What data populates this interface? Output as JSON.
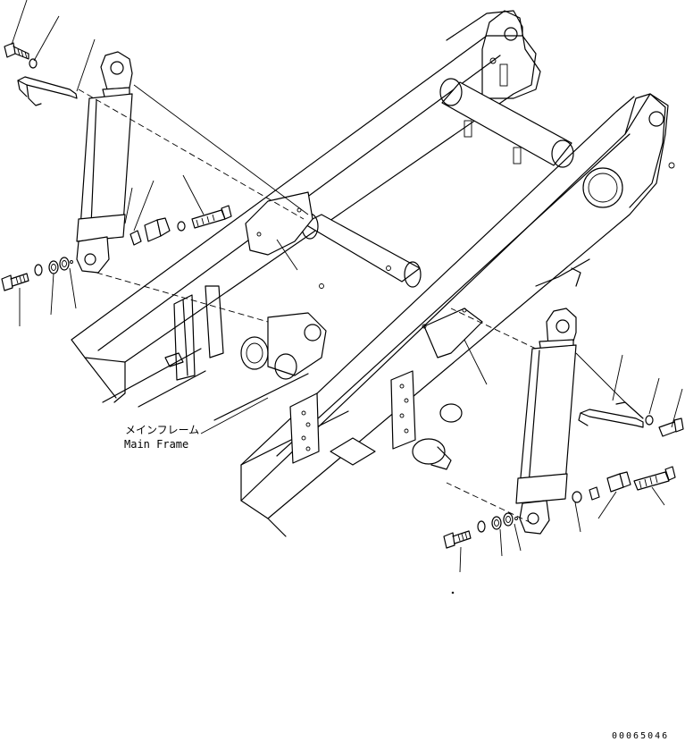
{
  "callout": {
    "label_jp": "メインフレーム",
    "label_en": "Main Frame"
  },
  "drawing_code": "00065046",
  "parts": [
    "main-frame",
    "cylinder-left",
    "cylinder-right",
    "pin",
    "bolt",
    "washer",
    "lock-plate",
    "grease-fitting"
  ]
}
